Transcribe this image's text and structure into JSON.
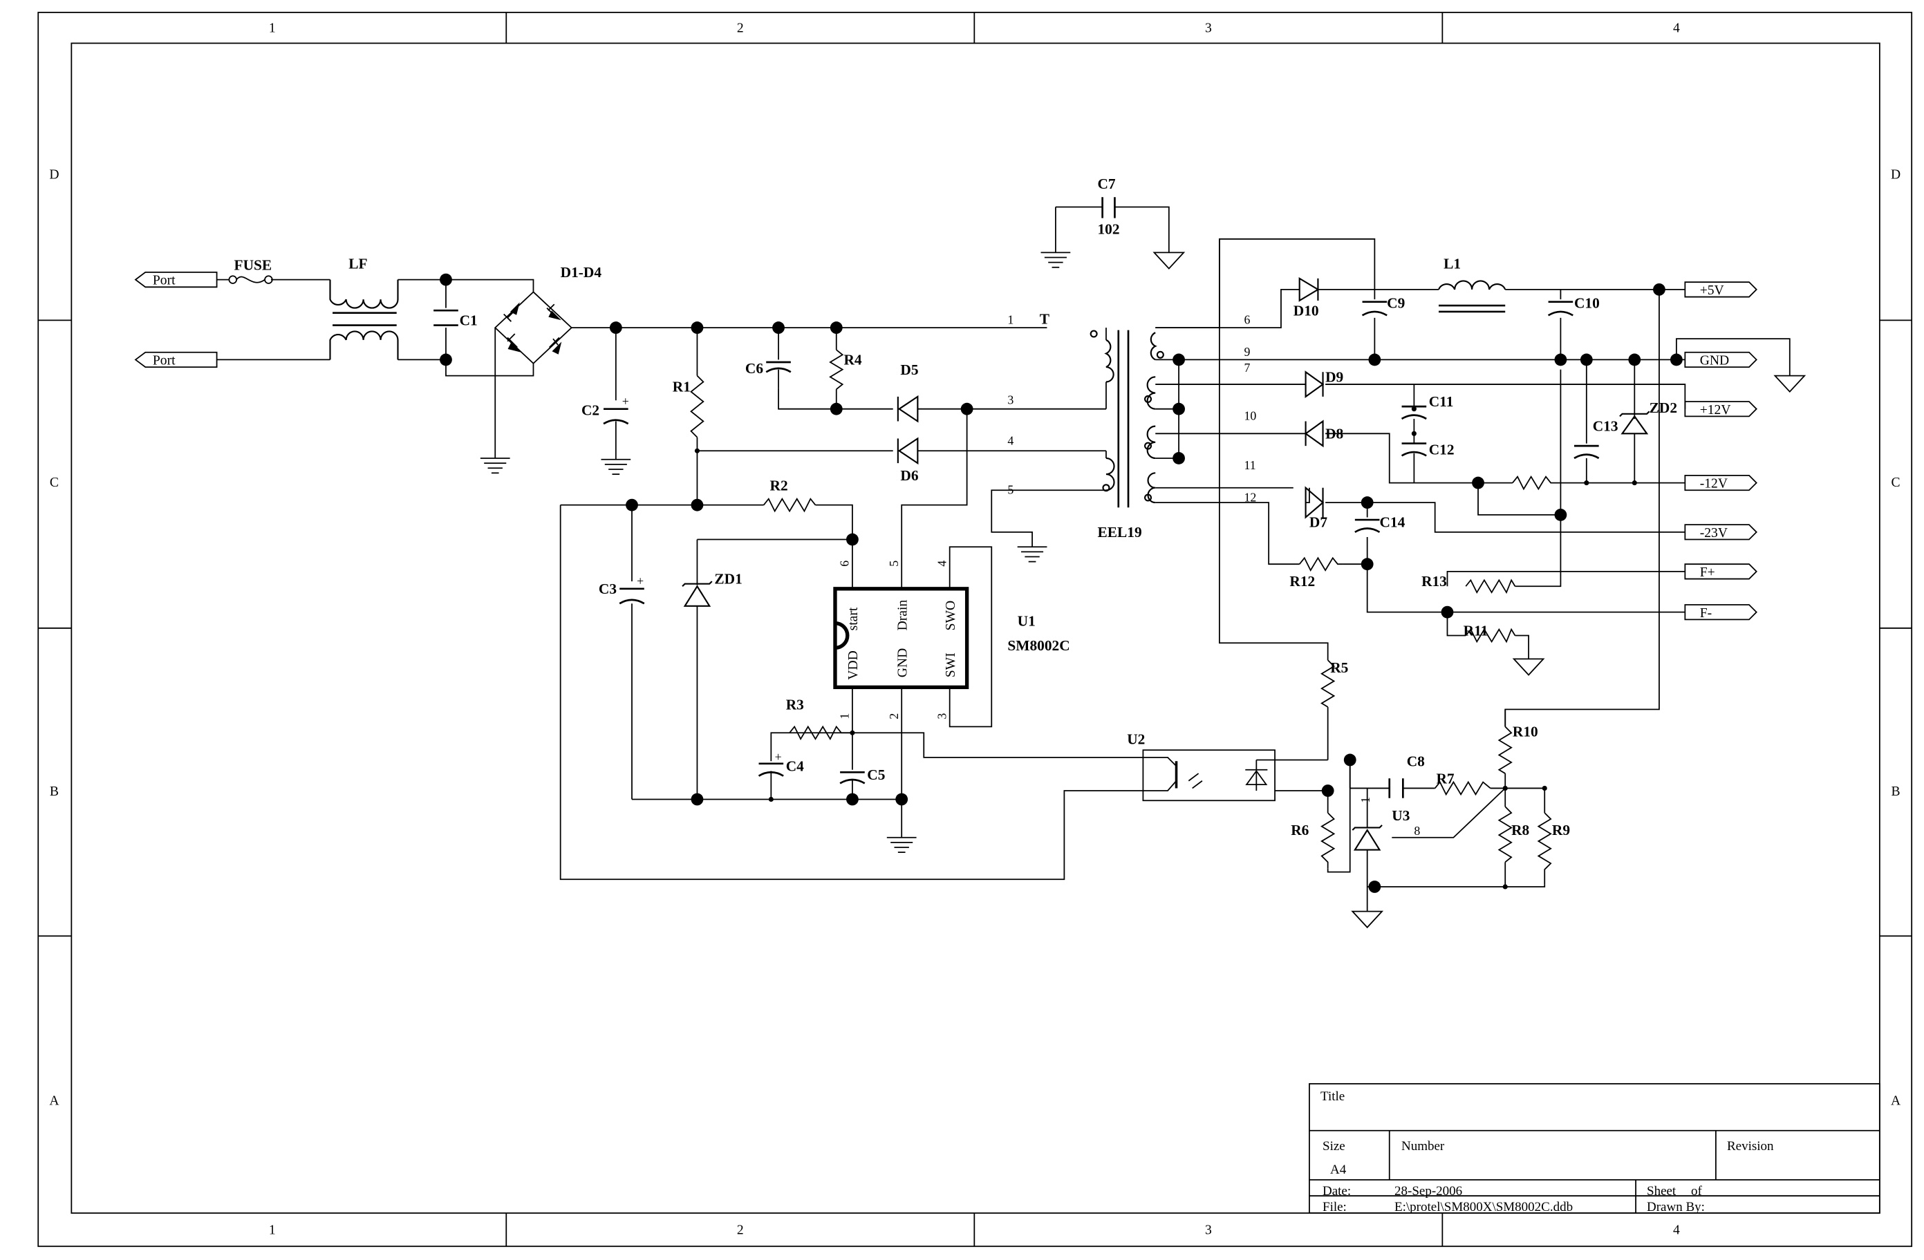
{
  "frame": {
    "columns": [
      "1",
      "2",
      "3",
      "4"
    ],
    "rows": [
      "D",
      "C",
      "B",
      "A"
    ]
  },
  "components": {
    "fuse": "FUSE",
    "lf": "LF",
    "c1": "C1",
    "bridge": "D1-D4",
    "c2": "C2",
    "r1": "R1",
    "c6": "C6",
    "r4": "R4",
    "d5": "D5",
    "d6": "D6",
    "r2": "R2",
    "c3": "C3",
    "zd1": "ZD1",
    "u1_ref": "U1",
    "u1_part": "SM8002C",
    "r3": "R3",
    "c4": "C4",
    "c5": "C5",
    "c7": "C7",
    "c7_value": "102",
    "transformer_ref": "T",
    "transformer_core": "EEL19",
    "d10": "D10",
    "c9": "C9",
    "l1": "L1",
    "c10": "C10",
    "d9": "D9",
    "c11": "C11",
    "c12": "C12",
    "d8": "D8",
    "c13": "C13",
    "zd2": "ZD2",
    "d7": "D7",
    "c14": "C14",
    "r12": "R12",
    "r13": "R13",
    "r11": "R11",
    "r5": "R5",
    "r10": "R10",
    "u2": "U2",
    "c8": "C8",
    "r7": "R7",
    "u3": "U3",
    "r6": "R6",
    "r8": "R8",
    "r9": "R9"
  },
  "ic_pins": {
    "vdd": "VDD",
    "start": "start",
    "drain": "Drain",
    "swo": "SWO",
    "gnd": "GND",
    "swi": "SWI",
    "p6": "6",
    "p5": "5",
    "p4": "4",
    "p1": "1",
    "p2": "2",
    "p3": "3"
  },
  "winding_numbers": [
    "1",
    "3",
    "4",
    "5",
    "6",
    "9",
    "7",
    "10",
    "11",
    "12"
  ],
  "pin_markers": {
    "u3_one": "1",
    "u3_eight": "8"
  },
  "ports": {
    "in1": "Port",
    "in2": "Port",
    "p5v": "+5V",
    "gnd": "GND",
    "p12v": "+12V",
    "m12v": "-12V",
    "m23v": "-23V",
    "fplus": "F+",
    "fminus": "F-"
  },
  "title_block": {
    "title_label": "Title",
    "size_label": "Size",
    "size_value": "A4",
    "number_label": "Number",
    "revision_label": "Revision",
    "date_label": "Date:",
    "date_value": "28-Sep-2006",
    "sheet_label": "Sheet",
    "of_label": "of",
    "file_label": "File:",
    "file_value": "E:\\protel\\SM800X\\SM8002C.ddb",
    "drawn_label": "Drawn By:"
  }
}
